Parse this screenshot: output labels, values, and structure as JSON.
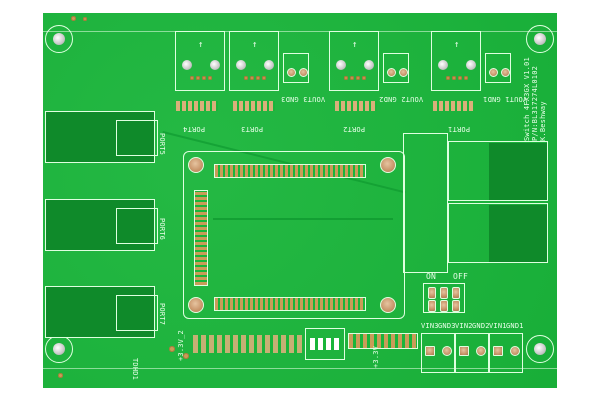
{
  "image": {
    "subject": "green printed circuit board (bare PCB)",
    "background_color": "#ffffff",
    "board_color": "#19b53a",
    "dark_fill_color": "#0f8a2a",
    "pad_color": "#c99c58",
    "silkscreen_color": "#eaffea"
  },
  "board": {
    "title": "Switch 4FX3GX V1.01",
    "part_number": "P/N:BL317274L0102",
    "maker": "K.Beshway"
  },
  "top_ports": [
    {
      "label": "PORT4"
    },
    {
      "label": "PORT3"
    },
    {
      "label": "PORT2"
    },
    {
      "label": "PORT1"
    }
  ],
  "top_terminals": [
    {
      "label": "VOUT3 GND3"
    },
    {
      "label": "VOUT2 GND2"
    },
    {
      "label": "VOUT1 GND1"
    }
  ],
  "side_ports": [
    {
      "label": "PORT5"
    },
    {
      "label": "PORT6"
    },
    {
      "label": "PORT7"
    }
  ],
  "switch": {
    "on_label": "ON",
    "off_label": "OFF"
  },
  "bottom_terminals": {
    "labels": [
      "VIN3",
      "GND3",
      "VIN2",
      "GND2",
      "VIN1",
      "GND1"
    ]
  },
  "bottom_labels": {
    "power_a": "+3.3V_2",
    "power_b": "+3.3V",
    "test_point": "TDHD1"
  },
  "arrow_glyph": "↑"
}
